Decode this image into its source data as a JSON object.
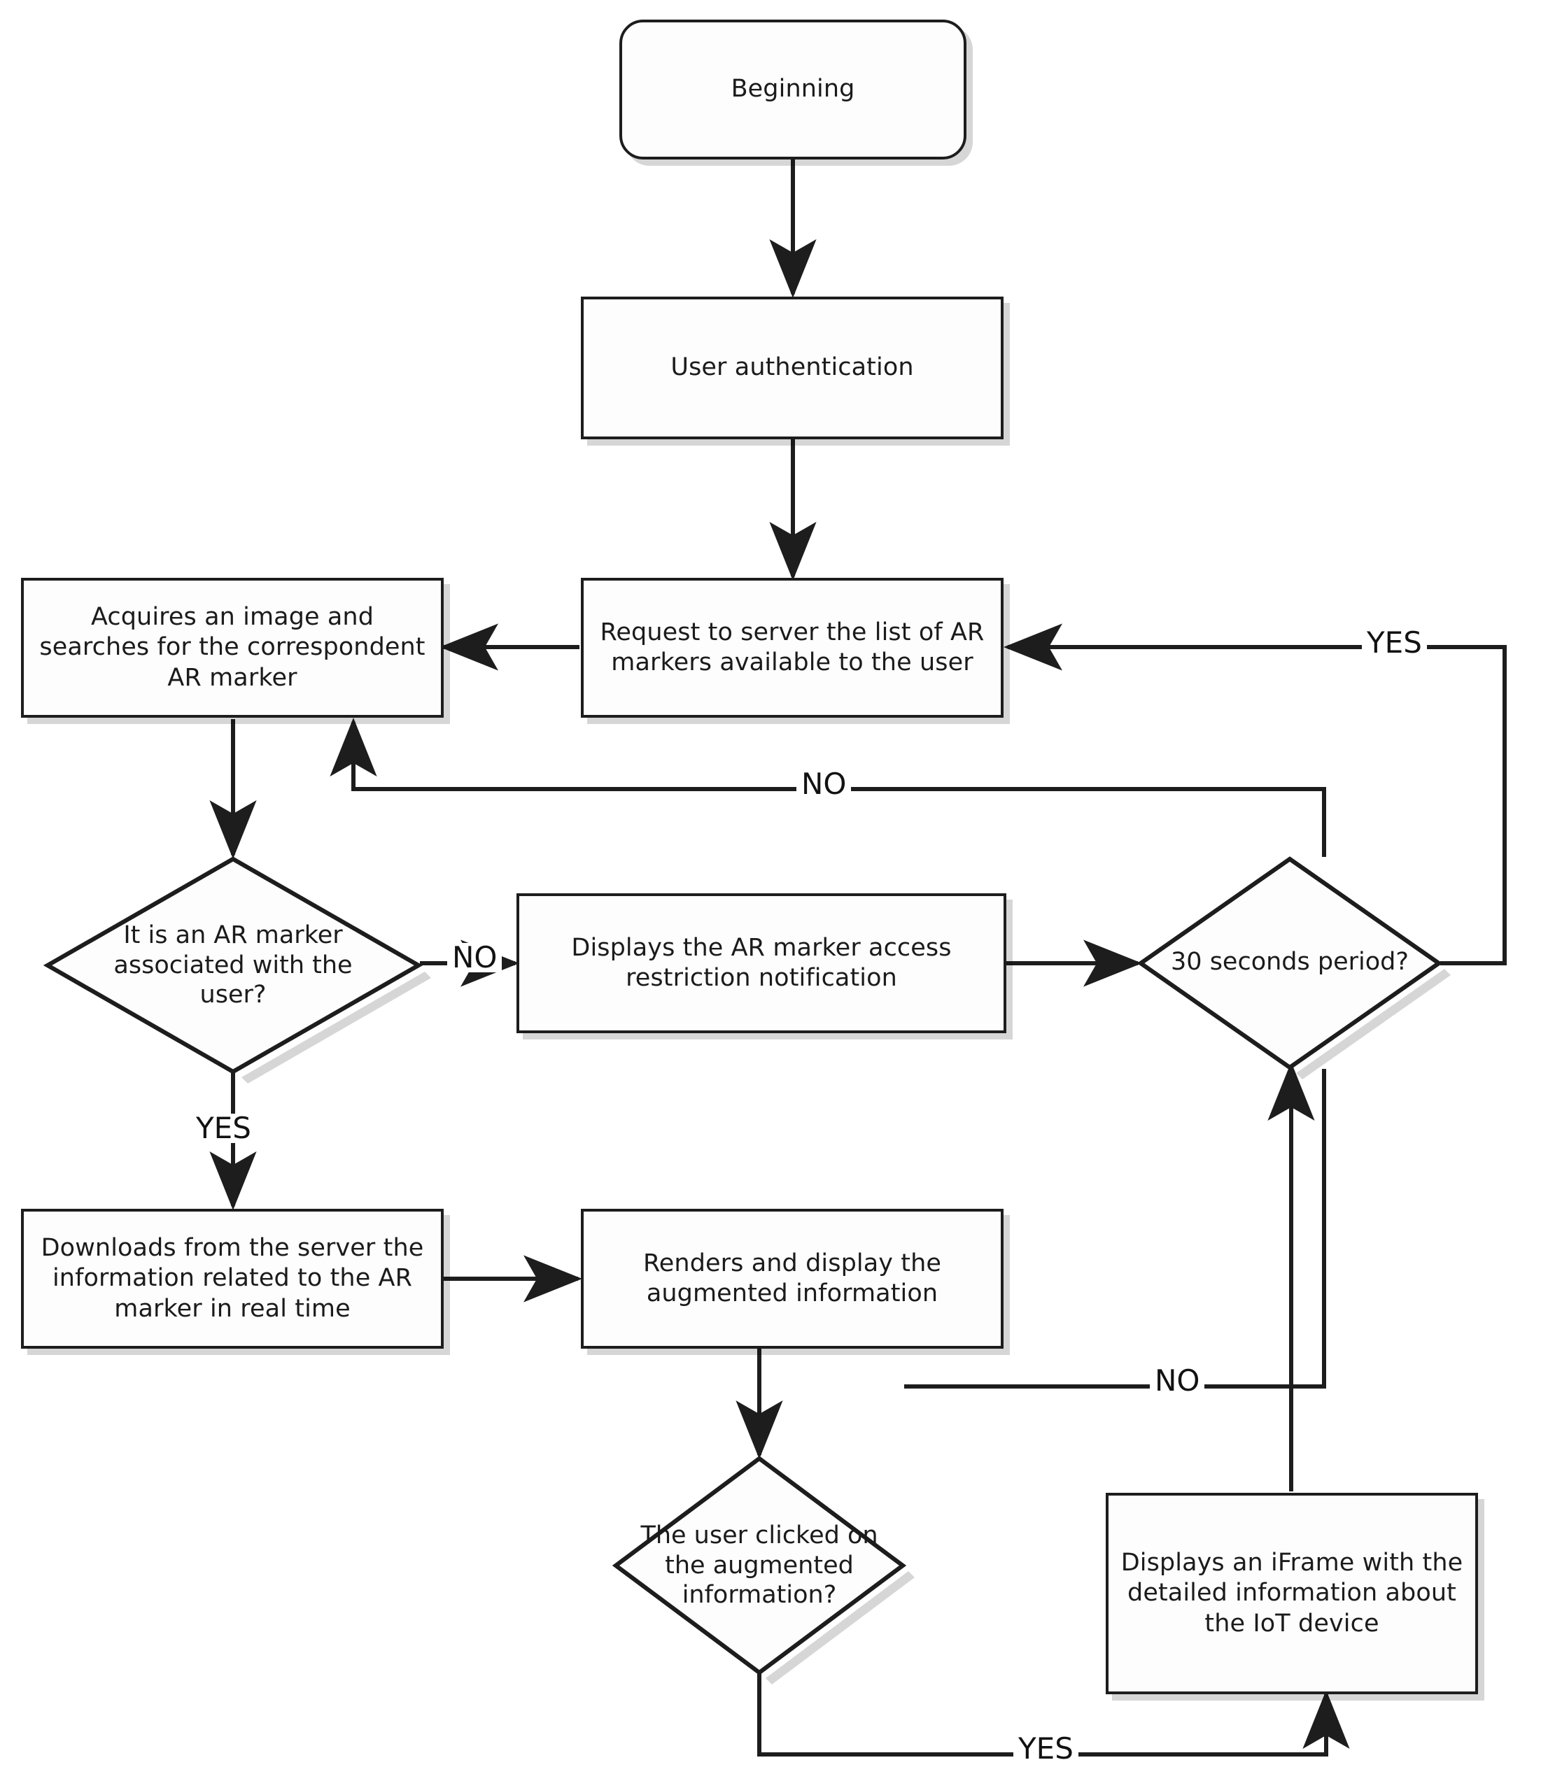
{
  "diagram": {
    "title": "AR IoT application flowchart",
    "nodes": {
      "beginning": "Beginning",
      "user_authentication": "User authentication",
      "request_markers": "Request to server the list of AR markers available to the user",
      "acquires_image": "Acquires an image and searches for the correspondent AR marker",
      "decision_marker_user": "It is an AR marker associated with the user?",
      "display_restriction": "Displays the AR marker access restriction notification",
      "decision_period": "30 seconds period?",
      "downloads_info": "Downloads from the server the information related to the AR marker in real time",
      "renders_display": "Renders and display the augmented information",
      "decision_clicked": "The user clicked on the augmented information?",
      "display_iframe": "Displays an iFrame with the detailed information about the IoT device"
    },
    "edge_labels": {
      "period_yes": "YES",
      "period_no": "NO",
      "marker_no": "NO",
      "marker_yes": "YES",
      "clicked_no": "NO",
      "clicked_yes": "YES"
    },
    "colors": {
      "stroke": "#1d1d1d",
      "fill": "#fdfdfd",
      "text": "#1b1b1b",
      "shadow": "rgba(0,0,0,0.16)",
      "background": "#ffffff"
    }
  }
}
